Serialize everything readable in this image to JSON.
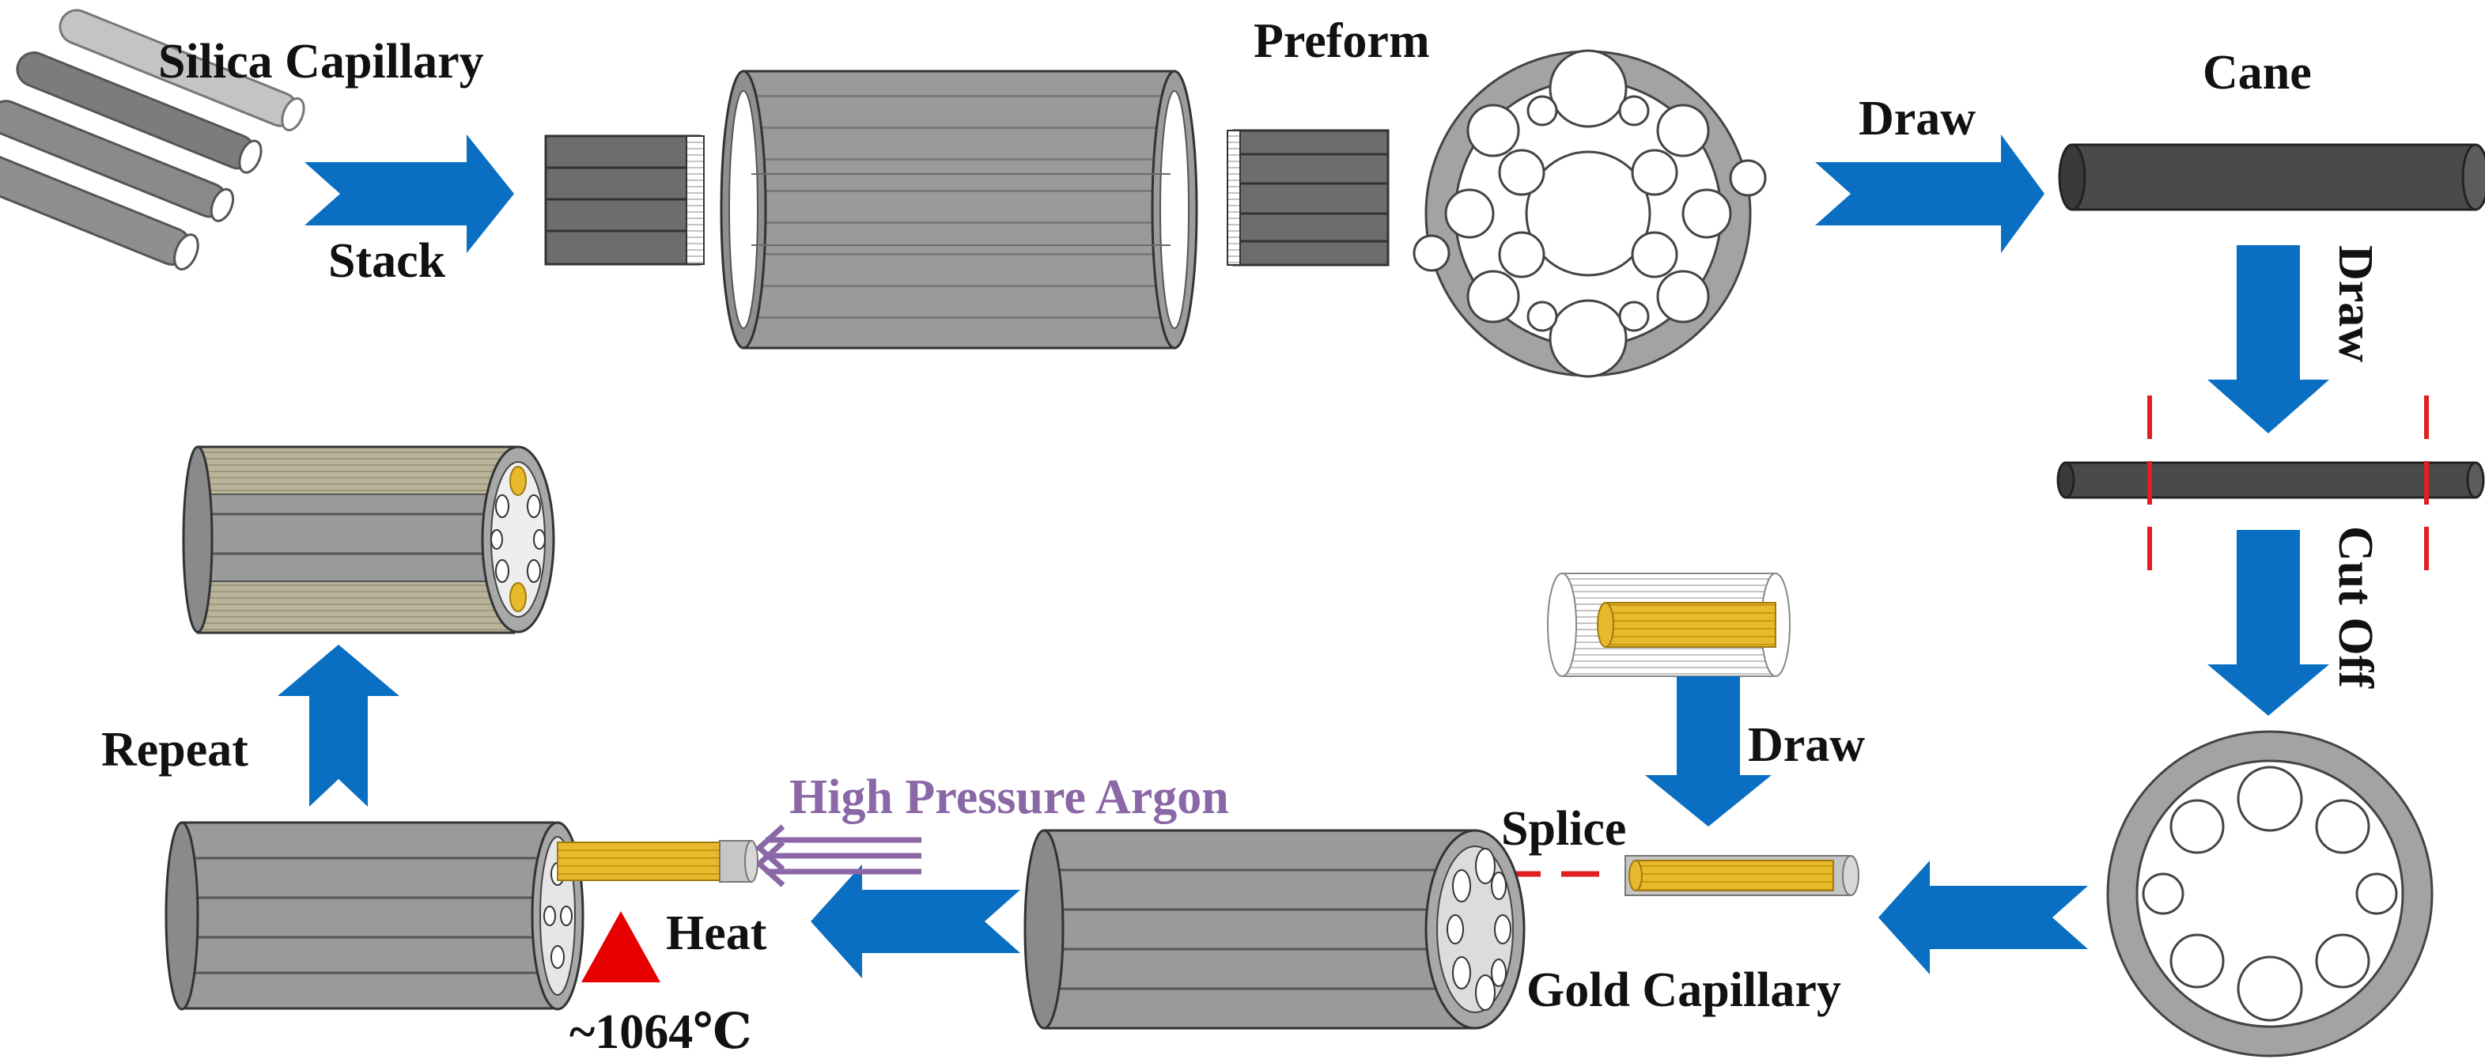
{
  "labels": {
    "silica_capillary": "Silica Capillary",
    "stack": "Stack",
    "preform": "Preform",
    "draw_top": "Draw",
    "cane": "Cane",
    "draw_vertical": "Draw",
    "cut_off": "Cut Off",
    "draw_gold": "Draw",
    "splice": "Splice",
    "gold_capillary": "Gold Capillary",
    "high_pressure_argon": "High Pressure Argon",
    "heat": "Heat",
    "temperature": "~1064℃",
    "repeat": "Repeat"
  },
  "colors": {
    "arrow_blue": "#0a6fc2",
    "fiber_gray": "#8f8f8f",
    "cane_dark": "#4a4a4a",
    "gold": "#e8b92a",
    "cut_red": "#e02020",
    "argon_purple": "#8a67a6",
    "heat_red": "#e60000"
  }
}
